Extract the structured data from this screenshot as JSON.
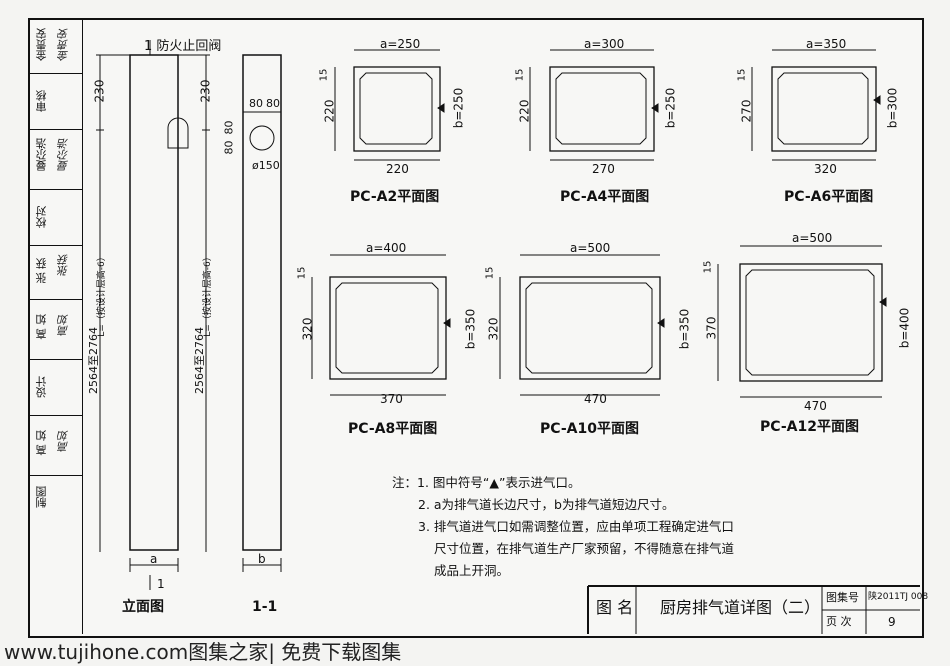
{
  "signatures": {
    "rows": [
      {
        "role": "金贵安",
        "sig": "金贵安"
      },
      {
        "role": "审核",
        "sig": ""
      },
      {
        "role": "曼尕浩",
        "sig": "曼尕浩"
      },
      {
        "role": "校对",
        "sig": ""
      },
      {
        "role": "张 获",
        "sig": "张获"
      },
      {
        "role": "高 如",
        "sig": "高如"
      },
      {
        "role": "设计",
        "sig": ""
      },
      {
        "role": "高 如",
        "sig": "高如"
      },
      {
        "role": "制图",
        "sig": ""
      }
    ]
  },
  "elevation": {
    "section_mark": "1 防火止回阀",
    "dim_top": "230",
    "dim_length_left": "2564至2764",
    "dim_length_right": "2564至2764",
    "length_label": "L=（按设计层高-6）",
    "width_label": "a",
    "section_num": "1",
    "caption": "立面图"
  },
  "section": {
    "dim_80_a": "80",
    "dim_80_b": "80",
    "dim_80_c": "80",
    "dim_80_d": "80",
    "dim_dia": "ø150",
    "width_label": "b",
    "caption": "1-1"
  },
  "plans": [
    {
      "id": "A2",
      "a": "a=250",
      "b": "b=250",
      "inner_w": "220",
      "inner_h": "220",
      "edge": "15",
      "caption": "PC-A2平面图"
    },
    {
      "id": "A4",
      "a": "a=300",
      "b": "b=250",
      "inner_w": "270",
      "inner_h": "220",
      "edge": "15",
      "caption": "PC-A4平面图"
    },
    {
      "id": "A6",
      "a": "a=350",
      "b": "b=300",
      "inner_w": "320",
      "inner_h": "270",
      "edge": "15",
      "caption": "PC-A6平面图"
    },
    {
      "id": "A8",
      "a": "a=400",
      "b": "b=350",
      "inner_w": "370",
      "inner_h": "320",
      "edge": "15",
      "caption": "PC-A8平面图"
    },
    {
      "id": "A10",
      "a": "a=500",
      "b": "b=350",
      "inner_w": "470",
      "inner_h": "320",
      "edge": "15",
      "caption": "PC-A10平面图"
    },
    {
      "id": "A12",
      "a": "a=500",
      "b": "b=400",
      "inner_w": "470",
      "inner_h": "370",
      "edge": "15",
      "caption": "PC-A12平面图"
    }
  ],
  "notes": {
    "prefix": "注：",
    "items": [
      "1. 图中符号“▲”表示进气口。",
      "2. a为排气道长边尺寸，b为排气道短边尺寸。",
      "3. 排气道进气口如需调整位置，应由单项工程确定进气口",
      "尺寸位置，在排气道生产厂家预留，不得随意在排气道",
      "成品上开洞。"
    ]
  },
  "title_block": {
    "label_name": "图 名",
    "title": "厨房排气道详图（二）",
    "label_atlas": "图集号",
    "atlas_no": "陕2011TJ 008",
    "label_page": "页 次",
    "page_no": "9"
  },
  "watermark": "www.tujihone.com图集之家| 免费下载图集"
}
